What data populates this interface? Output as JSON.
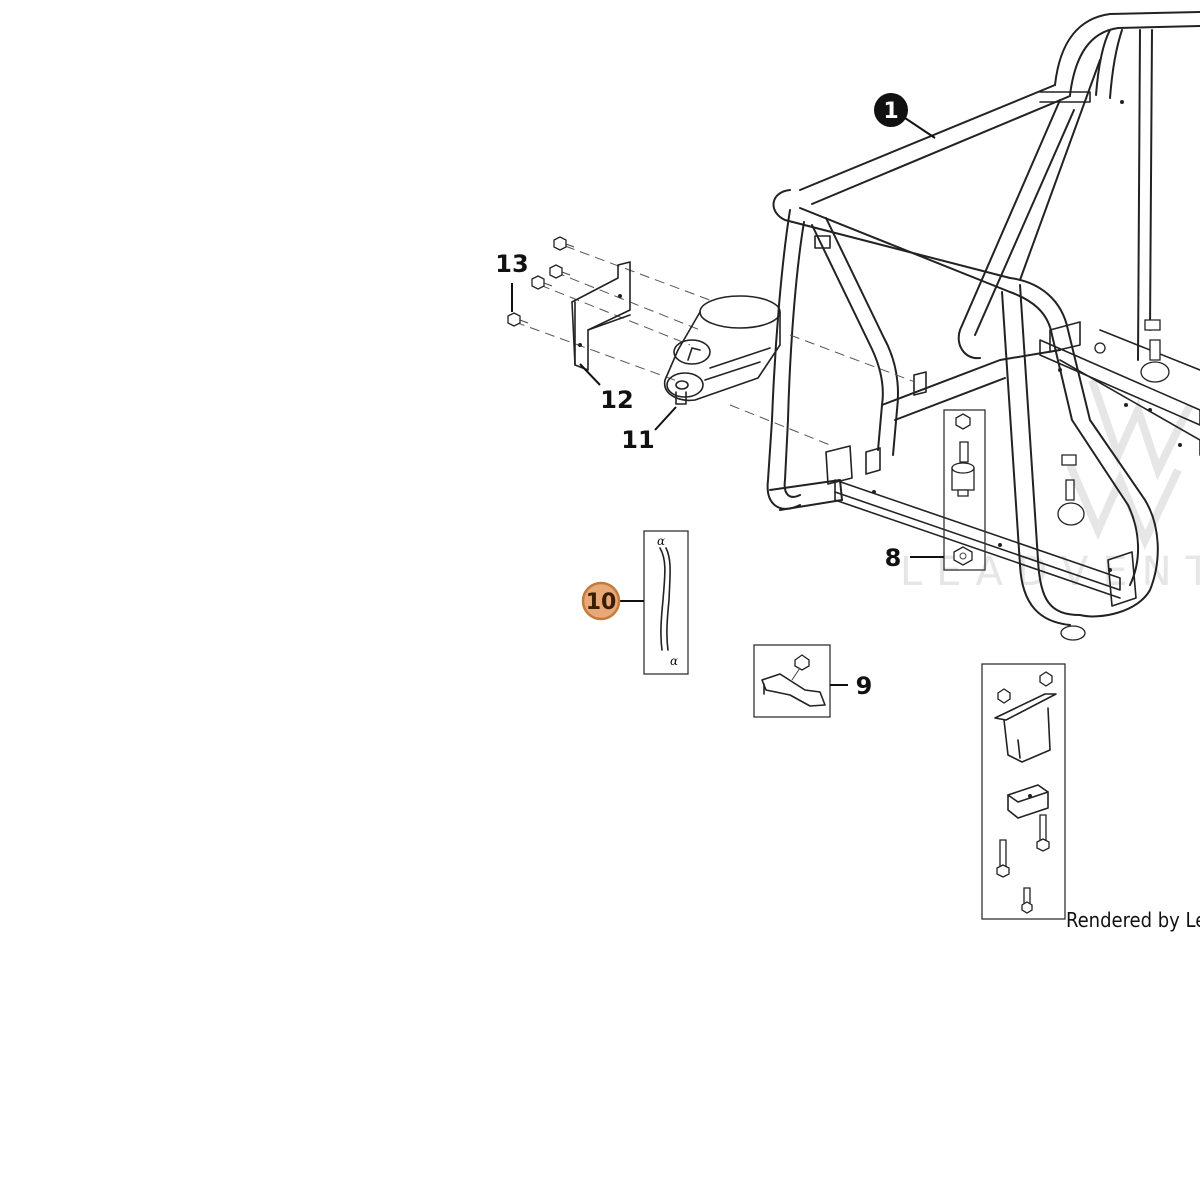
{
  "diagram": {
    "callouts": {
      "c1": "1",
      "c8": "8",
      "c9": "9",
      "c10": "10",
      "c11": "11",
      "c12": "12",
      "c13": "13"
    },
    "selected_callout": "10",
    "hose_end_mark": "α",
    "credit_text": "Rendered by Lea",
    "watermark_text": "LEADVENTI",
    "colors": {
      "line": "#222222",
      "selected_fill": "#e8a878",
      "selected_stroke": "#c47a3a",
      "callout_inverse_fill": "#111111",
      "watermark": "#e6e6e6"
    }
  }
}
